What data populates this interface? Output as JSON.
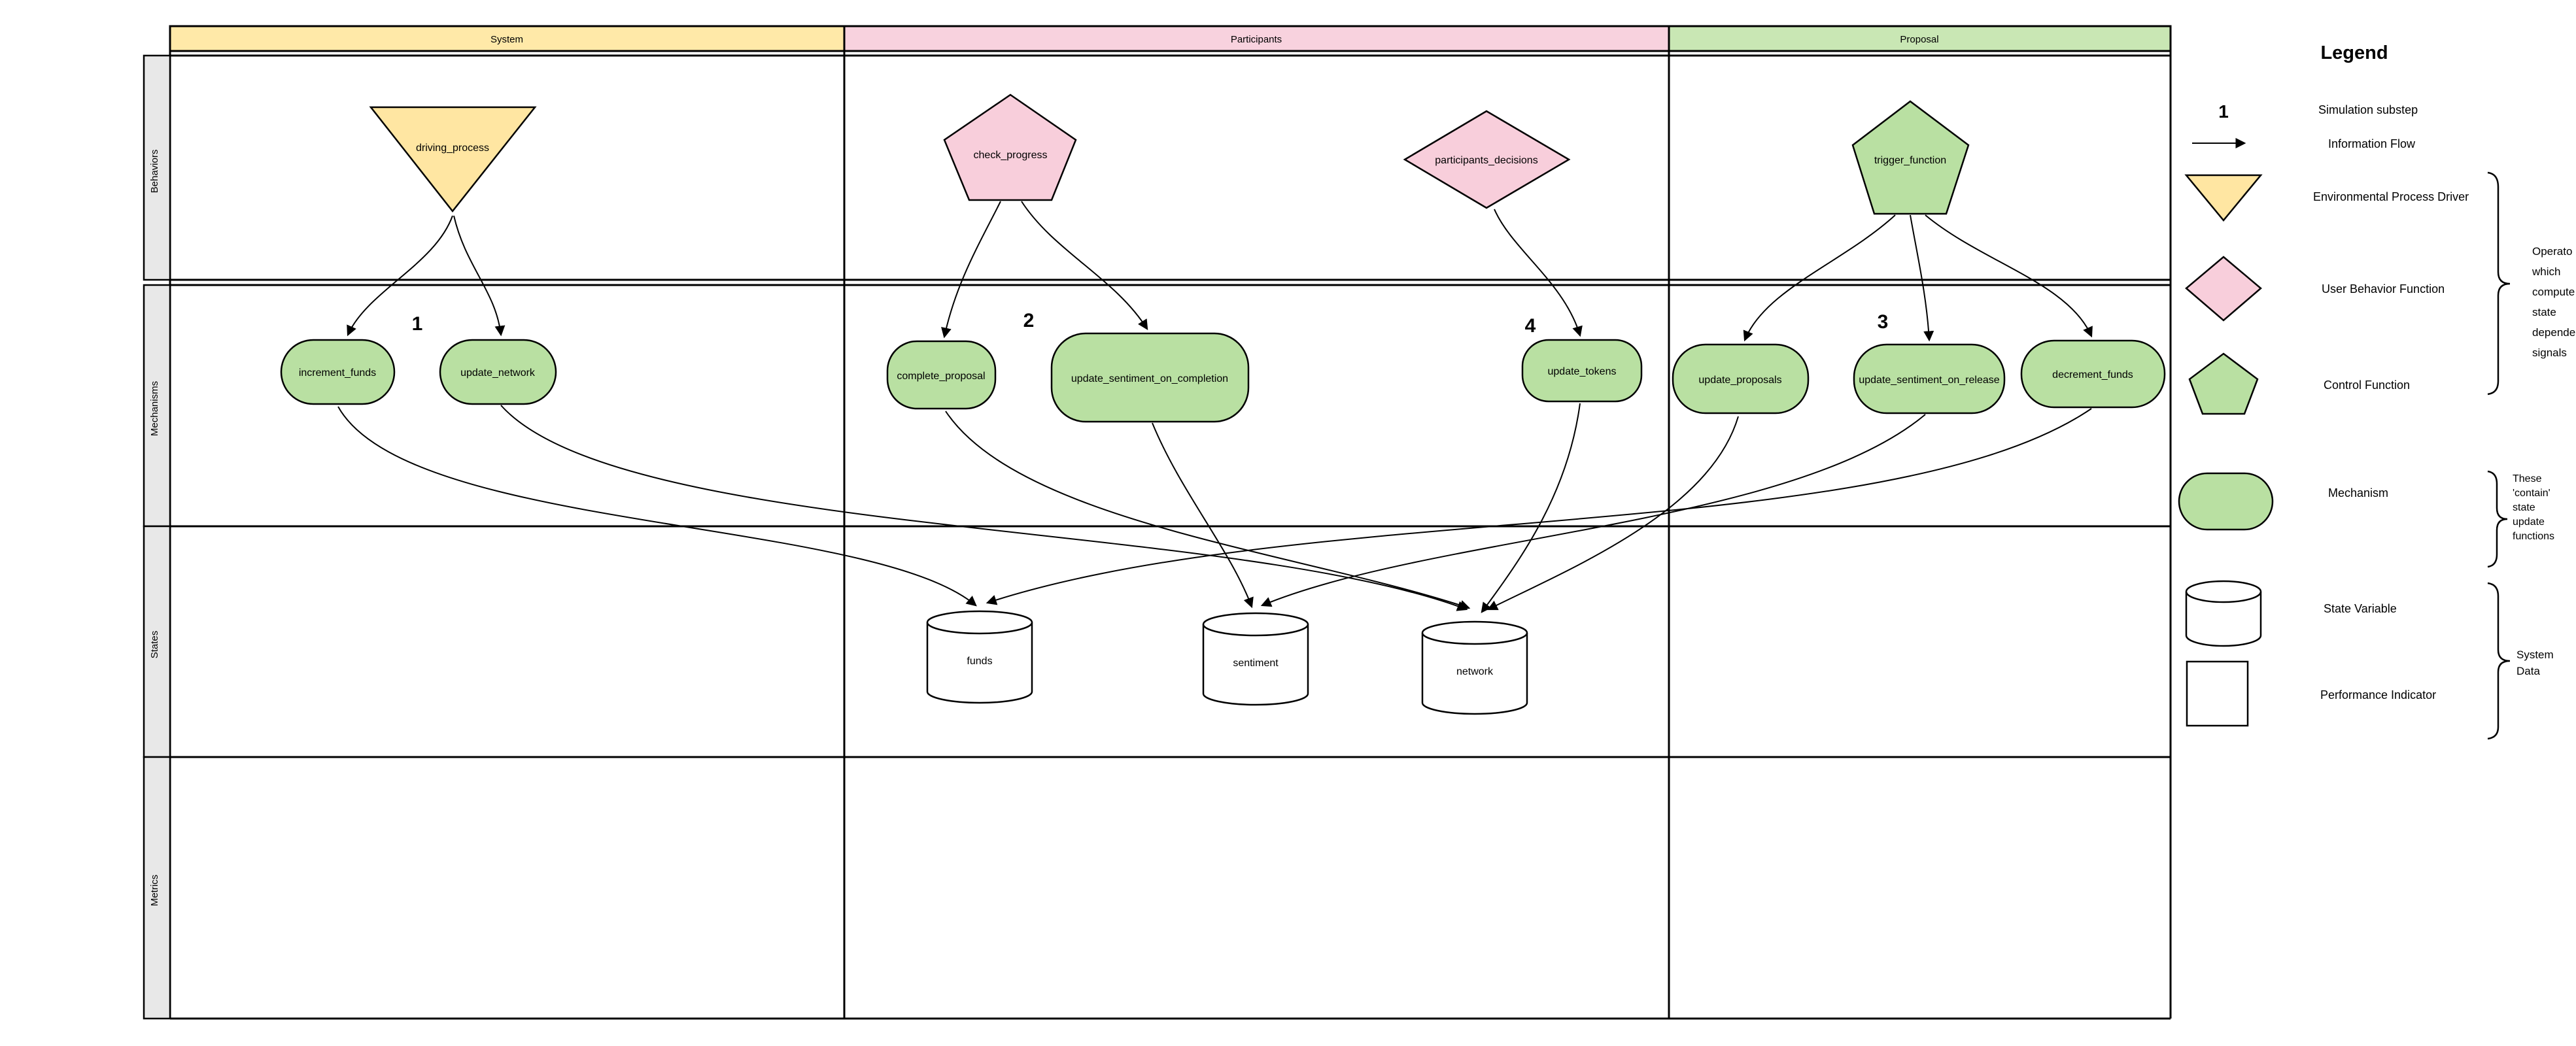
{
  "diagram_type": "differential-specification-swimlane",
  "columns": [
    {
      "label": "System",
      "color": "#FFE9A8"
    },
    {
      "label": "Participants",
      "color": "#F8D2DE"
    },
    {
      "label": "Proposal",
      "color": "#C9E7B4"
    }
  ],
  "row_labels": [
    {
      "label": "Behaviors"
    },
    {
      "label": "Mechanisms"
    },
    {
      "label": "States"
    },
    {
      "label": "Metrics"
    }
  ],
  "behaviors": [
    {
      "id": "driving_process",
      "label": "driving_process",
      "shape": "inverted-triangle",
      "color": "#FFE6A2",
      "column": "System"
    },
    {
      "id": "check_progress",
      "label": "check_progress",
      "shape": "pentagon",
      "color": "#F8CEDB",
      "column": "Participants"
    },
    {
      "id": "participants_decisions",
      "label": "participants_decisions",
      "shape": "diamond",
      "color": "#F8CEDB",
      "column": "Participants"
    },
    {
      "id": "trigger_function",
      "label": "trigger_function",
      "shape": "pentagon",
      "color": "#B9E0A2",
      "column": "Proposal"
    }
  ],
  "substeps": [
    {
      "value": "1",
      "near": "increment_funds / update_network"
    },
    {
      "value": "2",
      "near": "complete_proposal"
    },
    {
      "value": "4",
      "near": "update_tokens"
    },
    {
      "value": "3",
      "near": "update_sentiment_on_release"
    }
  ],
  "mechanisms": [
    {
      "id": "increment_funds",
      "label": "increment_funds"
    },
    {
      "id": "update_network",
      "label": "update_network"
    },
    {
      "id": "complete_proposal",
      "label": "complete_proposal"
    },
    {
      "id": "update_sentiment_on_completion",
      "label": "update_sentiment_on_completion"
    },
    {
      "id": "update_tokens",
      "label": "update_tokens"
    },
    {
      "id": "update_proposals",
      "label": "update_proposals"
    },
    {
      "id": "update_sentiment_on_release",
      "label": "update_sentiment_on_release"
    },
    {
      "id": "decrement_funds",
      "label": "decrement_funds"
    }
  ],
  "states": [
    {
      "id": "funds",
      "label": "funds"
    },
    {
      "id": "sentiment",
      "label": "sentiment"
    },
    {
      "id": "network",
      "label": "network"
    }
  ],
  "edges": {
    "behaviors_to_mechanisms": [
      [
        "driving_process",
        "increment_funds"
      ],
      [
        "driving_process",
        "update_network"
      ],
      [
        "check_progress",
        "complete_proposal"
      ],
      [
        "check_progress",
        "update_sentiment_on_completion"
      ],
      [
        "participants_decisions",
        "update_tokens"
      ],
      [
        "trigger_function",
        "update_proposals"
      ],
      [
        "trigger_function",
        "update_sentiment_on_release"
      ],
      [
        "trigger_function",
        "decrement_funds"
      ]
    ],
    "mechanisms_to_states": [
      [
        "increment_funds",
        "funds"
      ],
      [
        "decrement_funds",
        "funds"
      ],
      [
        "update_sentiment_on_completion",
        "sentiment"
      ],
      [
        "update_sentiment_on_release",
        "sentiment"
      ],
      [
        "update_network",
        "network"
      ],
      [
        "complete_proposal",
        "network"
      ],
      [
        "update_tokens",
        "network"
      ],
      [
        "update_proposals",
        "network"
      ]
    ]
  },
  "legend": {
    "title": "Legend",
    "items": [
      {
        "symbol": "substep-number",
        "symbol_text": "1",
        "label": "Simulation substep"
      },
      {
        "symbol": "arrow",
        "label": "Information Flow"
      },
      {
        "symbol": "inverted-triangle",
        "label": "Environmental Process Driver"
      },
      {
        "symbol": "diamond",
        "label": "User Behavior Function"
      },
      {
        "symbol": "pentagon",
        "label": "Control Function"
      },
      {
        "symbol": "stadium",
        "label": "Mechanism"
      },
      {
        "symbol": "cylinder",
        "label": "State Variable"
      },
      {
        "symbol": "square",
        "label": "Performance Indicator"
      }
    ],
    "annotations": [
      {
        "lines": [
          "Operato",
          "which",
          "compute",
          "state",
          "depende",
          "signals"
        ]
      },
      {
        "lines": [
          "These",
          "'contain'",
          "state",
          "update",
          "functions"
        ]
      },
      {
        "lines": [
          "System",
          "Data"
        ]
      }
    ]
  },
  "colors": {
    "yellow": "#FFE6A2",
    "yellow_header": "#FFE9A8",
    "pink": "#F8CEDB",
    "pink_header": "#F8D2DE",
    "green": "#B9E0A2",
    "green_header": "#C9E7B4",
    "row_label_gray": "#E8E8E8",
    "line": "#000000"
  }
}
